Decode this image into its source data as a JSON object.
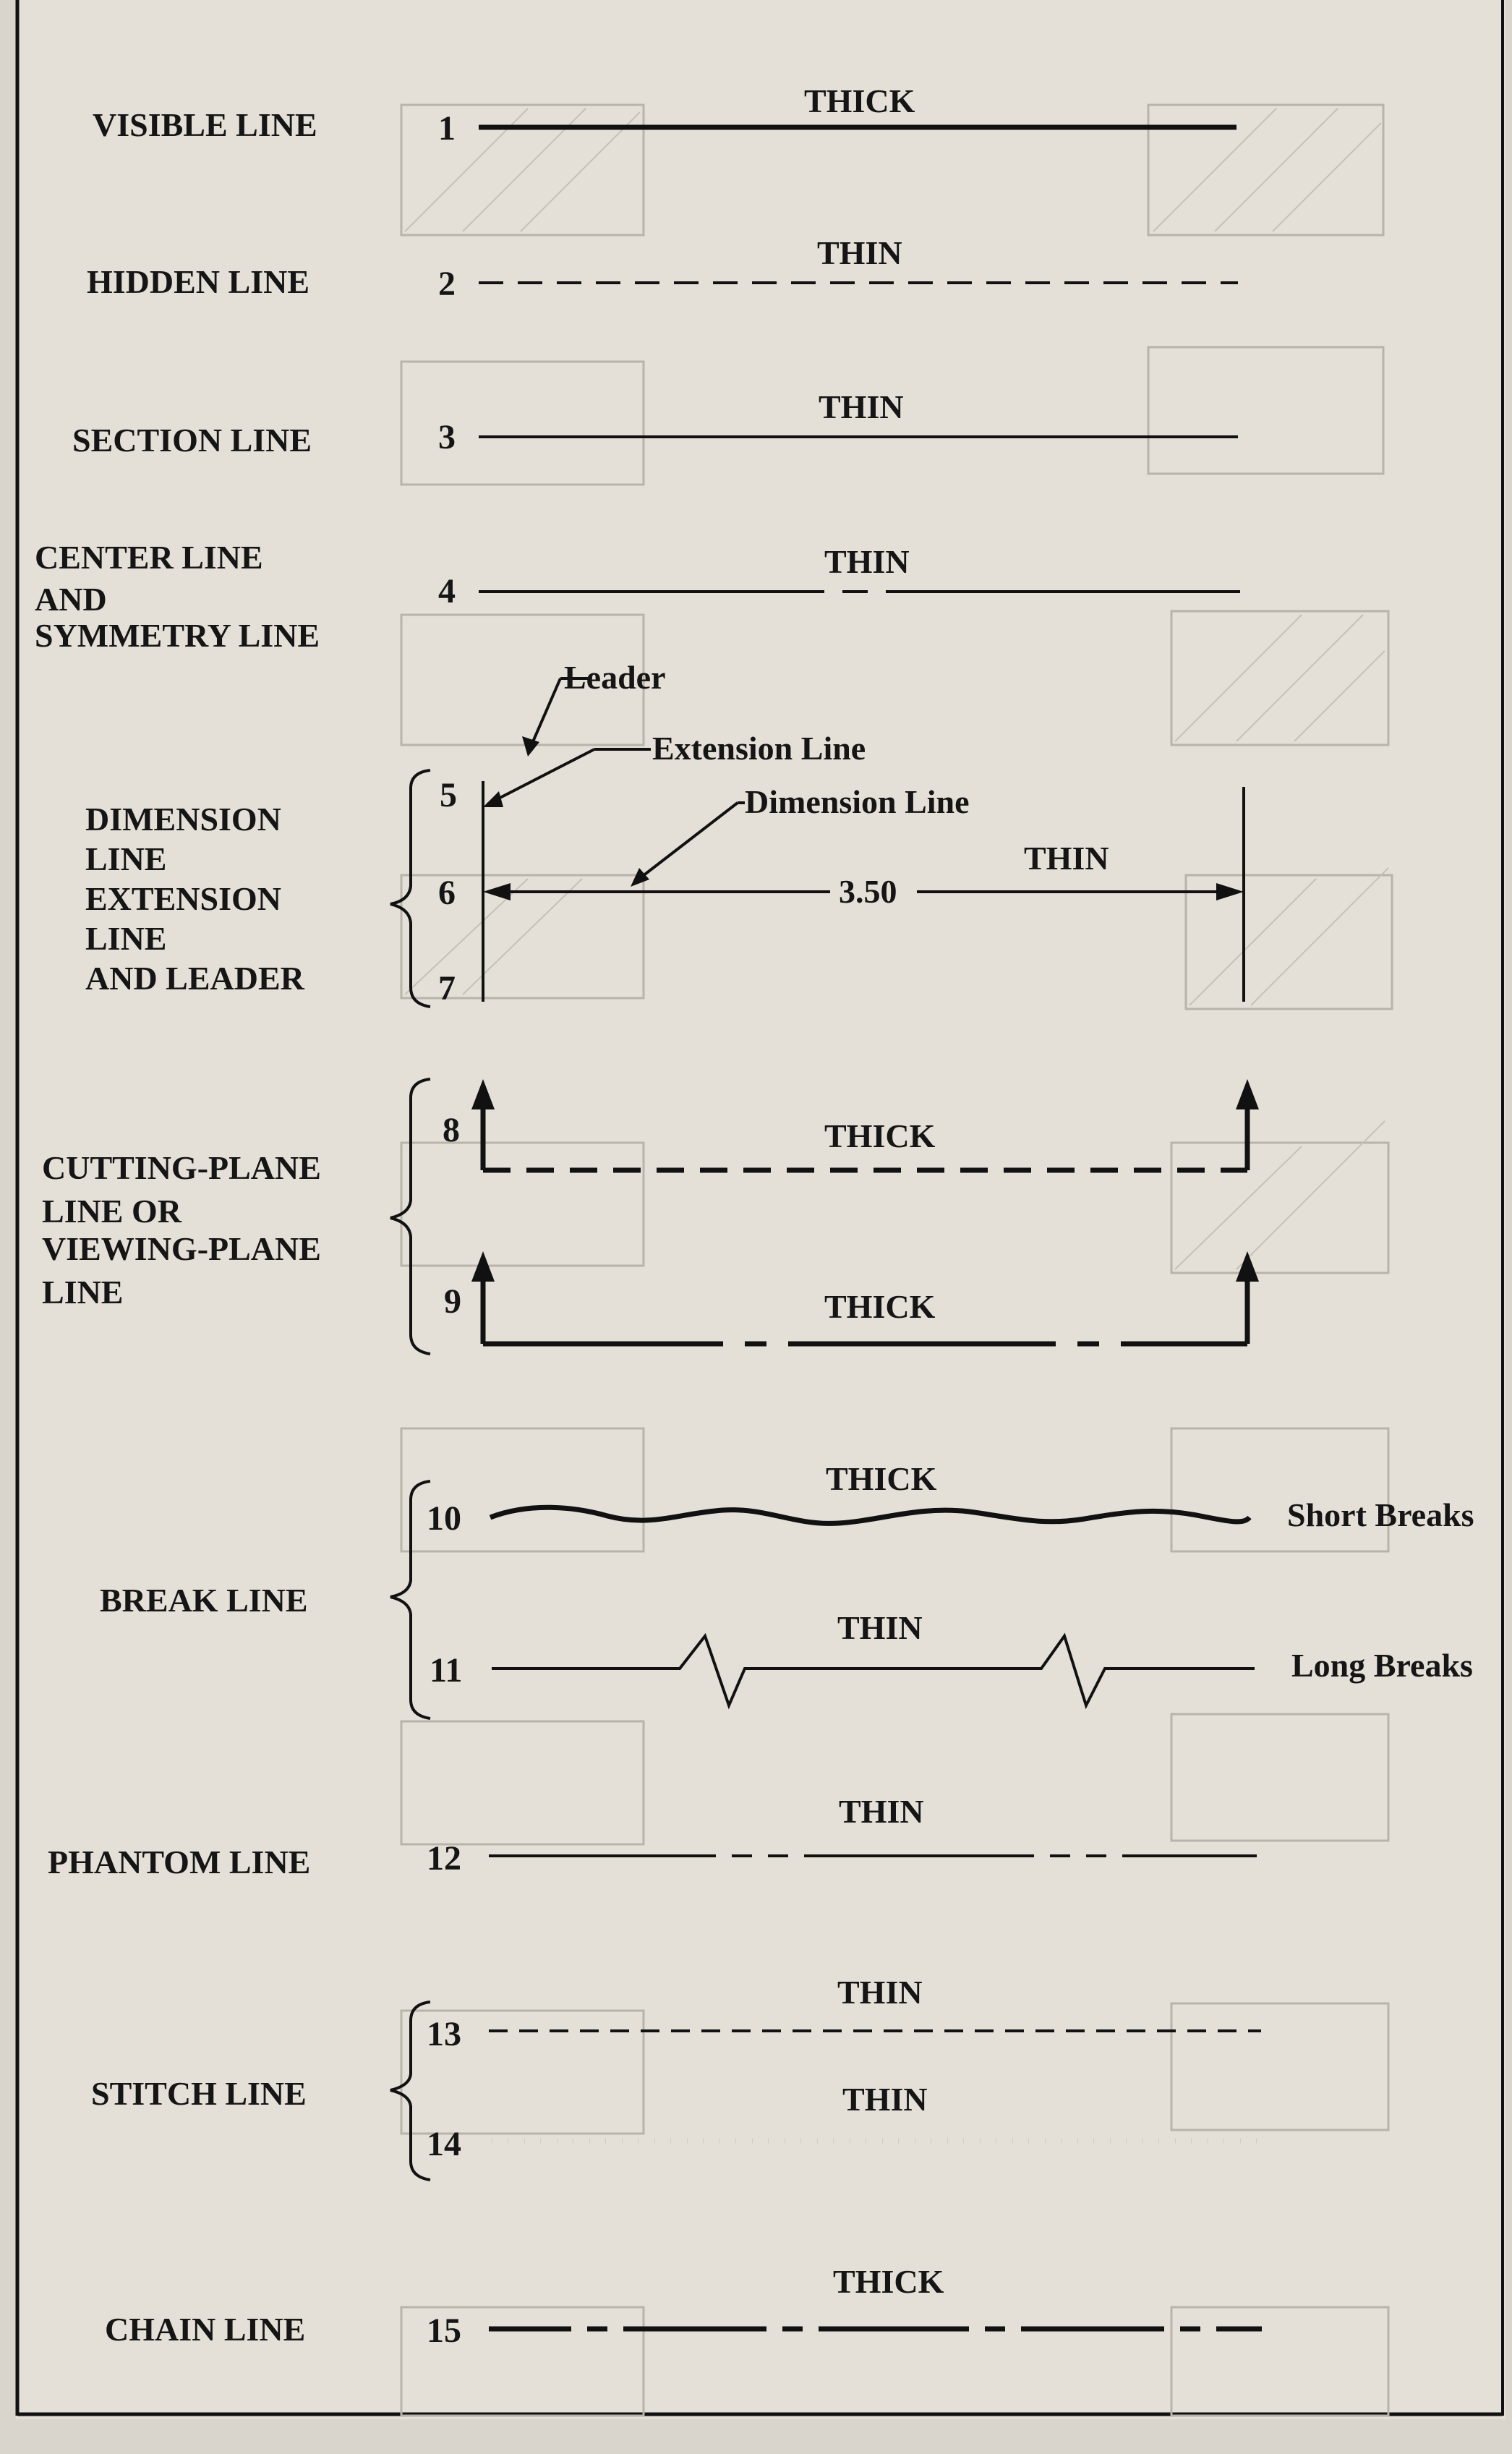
{
  "lines": [
    {
      "number": "1",
      "weight": "THICK",
      "style": "solid"
    },
    {
      "number": "2",
      "weight": "THIN",
      "style": "dashed"
    },
    {
      "number": "3",
      "weight": "THIN",
      "style": "solid"
    },
    {
      "number": "4",
      "weight": "THIN",
      "style": "long-short-long"
    },
    {
      "number": "5",
      "weight": "THIN",
      "style": "leader"
    },
    {
      "number": "6",
      "weight": "THIN",
      "style": "dimension"
    },
    {
      "number": "7",
      "weight": "THIN",
      "style": "extension"
    },
    {
      "number": "8",
      "weight": "THICK",
      "style": "cutting-plane-dashed"
    },
    {
      "number": "9",
      "weight": "THICK",
      "style": "cutting-plane-long-dash"
    },
    {
      "number": "10",
      "weight": "THICK",
      "style": "freehand-break"
    },
    {
      "number": "11",
      "weight": "THIN",
      "style": "zigzag-break"
    },
    {
      "number": "12",
      "weight": "THIN",
      "style": "phantom"
    },
    {
      "number": "13",
      "weight": "THIN",
      "style": "dashed"
    },
    {
      "number": "14",
      "weight": "THIN",
      "style": "dotted"
    },
    {
      "number": "15",
      "weight": "THICK",
      "style": "chain"
    }
  ],
  "labels": {
    "visible": "VISIBLE LINE",
    "hidden": "HIDDEN LINE",
    "section": "SECTION LINE",
    "center": [
      "CENTER LINE",
      "AND",
      "SYMMETRY LINE"
    ],
    "dimension": [
      "DIMENSION",
      "LINE",
      "EXTENSION",
      "LINE",
      "AND LEADER"
    ],
    "cutting": [
      "CUTTING-PLANE",
      "LINE OR",
      "VIEWING-PLANE",
      "LINE"
    ],
    "break": "BREAK LINE",
    "phantom": "PHANTOM LINE",
    "stitch": "STITCH LINE",
    "chain": "CHAIN LINE"
  },
  "weights": {
    "l1": "THICK",
    "l2": "THIN",
    "l3": "THIN",
    "l4": "THIN",
    "l6": "THIN",
    "l8": "THICK",
    "l9": "THICK",
    "l10": "THICK",
    "l11": "THIN",
    "l12": "THIN",
    "l13": "THIN",
    "l14": "THIN",
    "l15": "THICK"
  },
  "annotations": {
    "leader": "Leader",
    "extension_line": "Extension Line",
    "dimension_line": "Dimension Line",
    "dimension_value": "3.50",
    "short_breaks": "Short Breaks",
    "long_breaks": "Long Breaks"
  },
  "colors": {
    "ink": "#111111",
    "paper": "#d9d4cc"
  }
}
